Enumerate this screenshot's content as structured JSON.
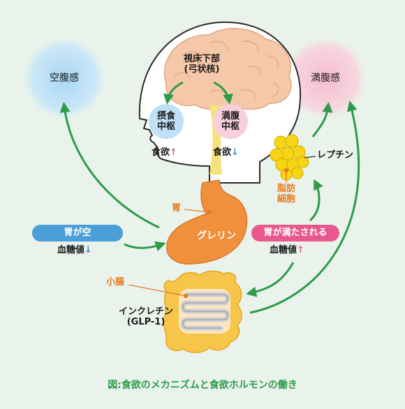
{
  "labels": {
    "hunger_sense": "空腹感",
    "satiety_sense": "満腹感",
    "hypothalamus": "視床下部\n(弓状核)",
    "feeding_center": "摂食\n中枢",
    "satiety_center": "満腹\n中枢",
    "appetite": "食欲",
    "leptin": "レプチン",
    "fat_cells": "脂肪\n細胞",
    "stomach": "胃",
    "ghrelin": "グレリン",
    "stomach_empty": "胃が空",
    "stomach_full": "胃が満たされる",
    "blood_sugar": "血糖値",
    "small_intestine": "小腸",
    "incretin": "インクレチン\n(GLP-1)",
    "up_arrow": "↑",
    "down_arrow": "↓"
  },
  "caption": "図:食欲のメカニズムと食欲ホルモンの働き",
  "colors": {
    "background": "#e9f3ec",
    "arrow_green": "#2f9a49",
    "hunger_blue": "#bfe0f5",
    "satiety_pink": "#f7d0dc",
    "brain": "#f6c8aa",
    "stomach": "#f0903c",
    "fat": "#f7d516",
    "intestine": "#f6c54a",
    "pill_blue": "#4a9fd8",
    "pill_pink": "#e8588c",
    "label_orange": "#e87a1f",
    "up_pink": "#e8588c",
    "down_blue": "#3a8fd0"
  }
}
